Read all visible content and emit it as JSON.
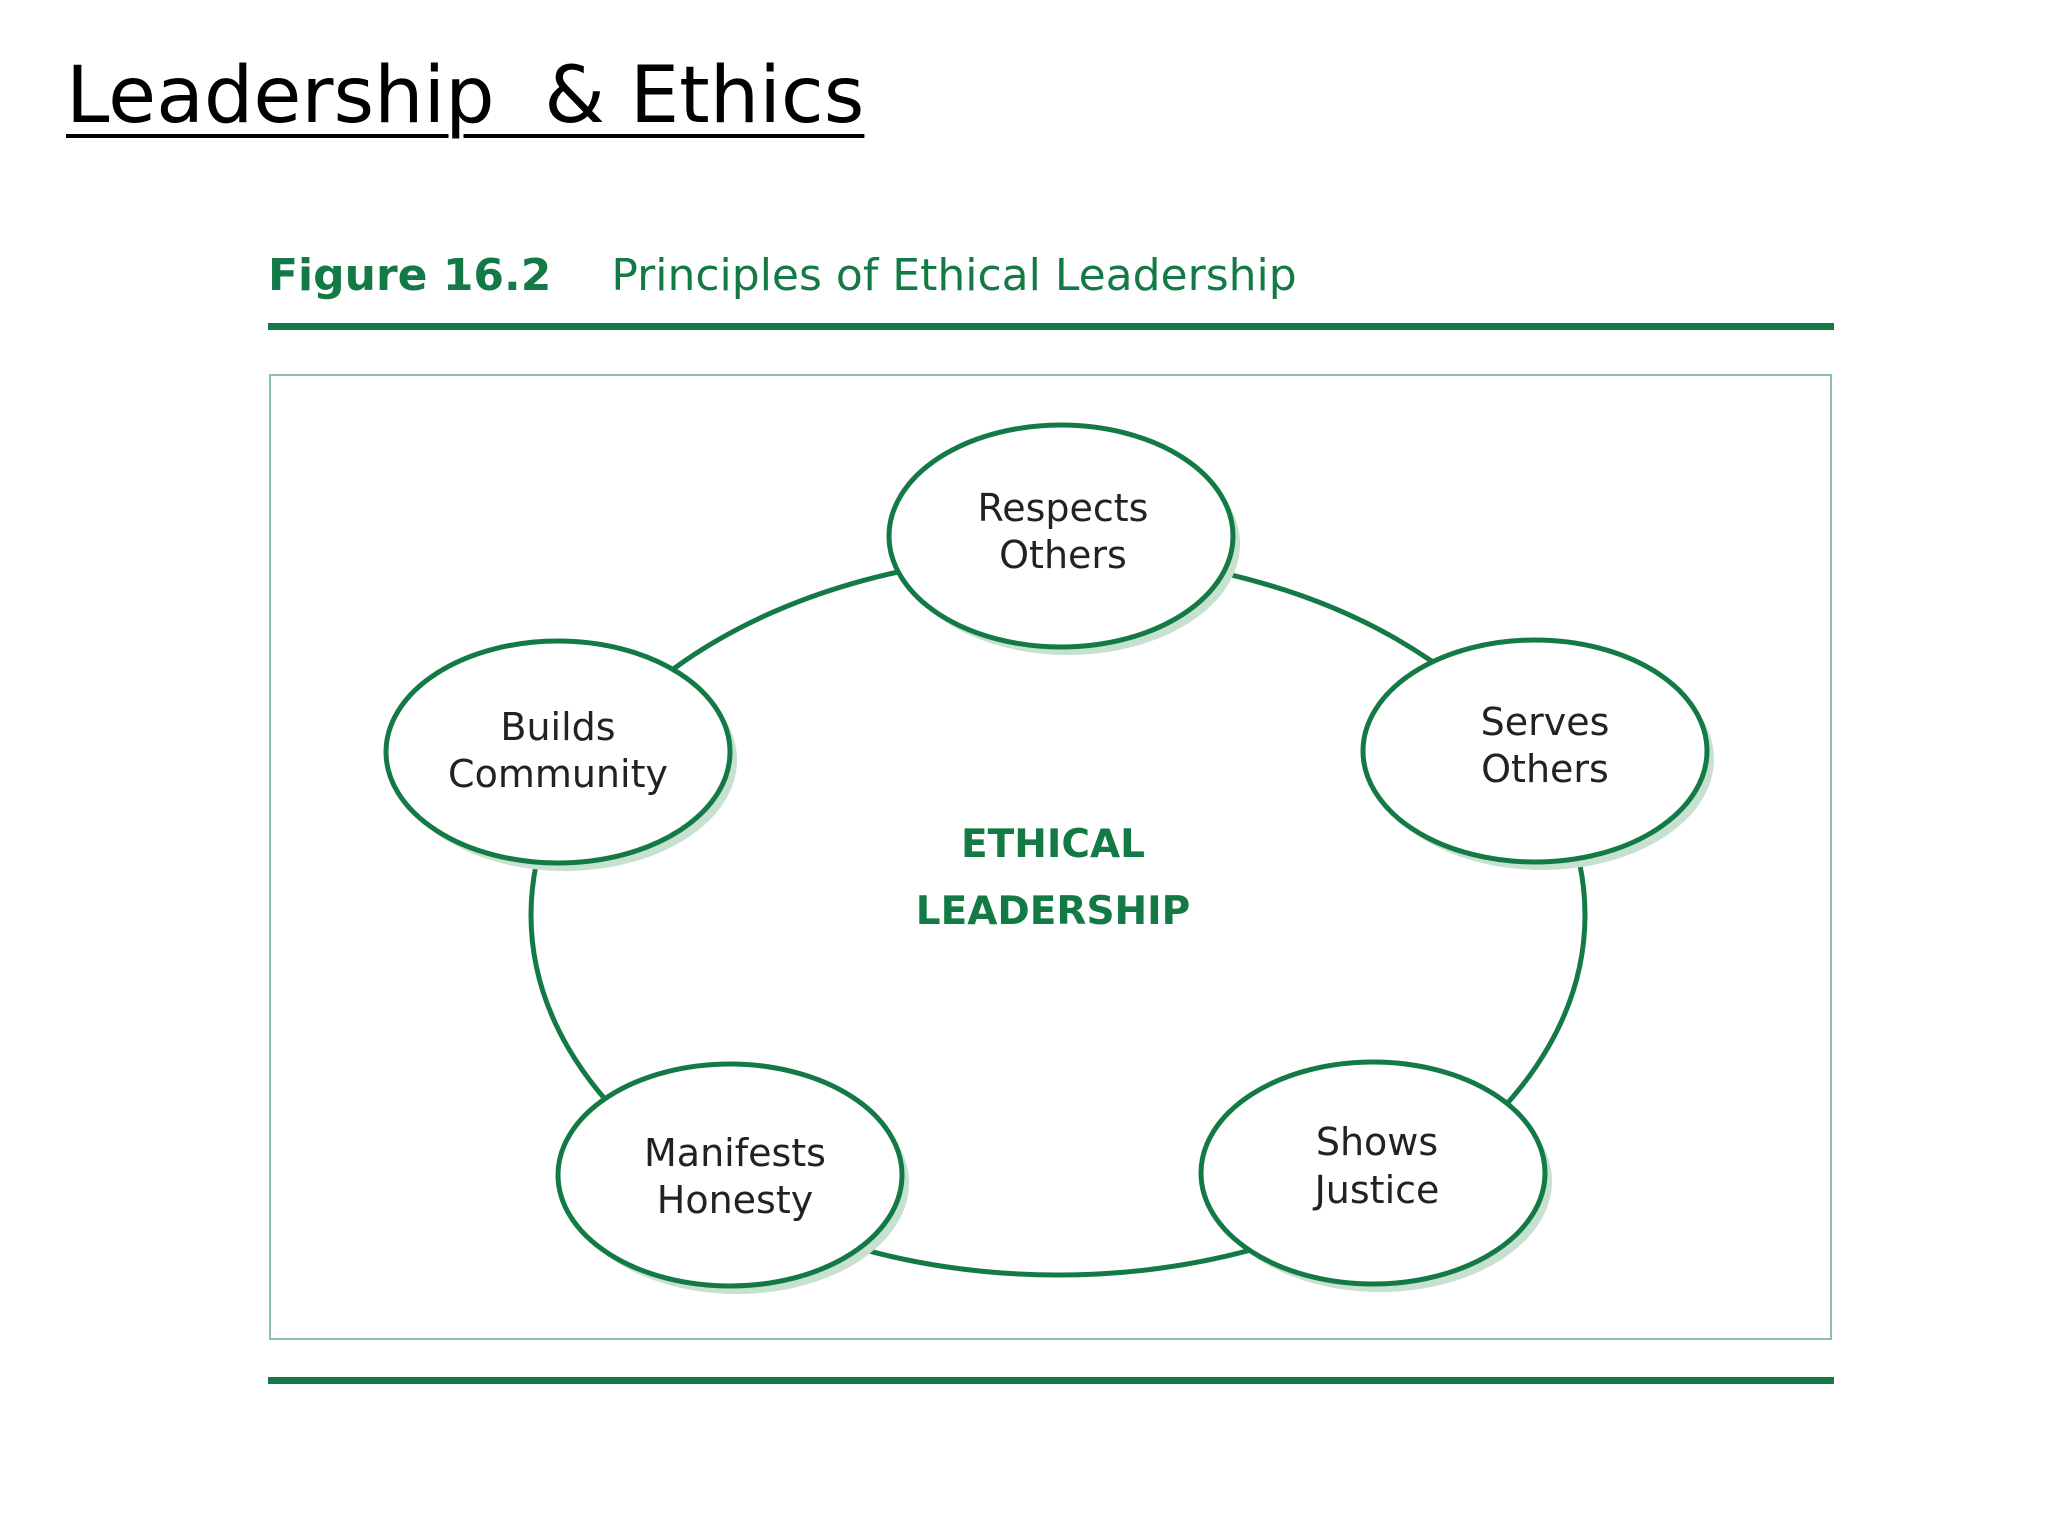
{
  "slide": {
    "title": "Leadership  & Ethics"
  },
  "figure": {
    "number": "Figure 16.2",
    "name": "Principles of Ethical Leadership",
    "center_line1": "ETHICAL",
    "center_line2": "LEADERSHIP",
    "nodes": [
      {
        "line1": "Respects",
        "line2": "Others"
      },
      {
        "line1": "Serves",
        "line2": "Others"
      },
      {
        "line1": "Shows",
        "line2": "Justice"
      },
      {
        "line1": "Manifests",
        "line2": "Honesty"
      },
      {
        "line1": "Builds",
        "line2": "Community"
      }
    ]
  },
  "colors": {
    "accent_green": "#137a46",
    "frame_light_green": "#8cc3a2",
    "shadow_green": "#c6e1cf",
    "node_text": "#222222"
  }
}
